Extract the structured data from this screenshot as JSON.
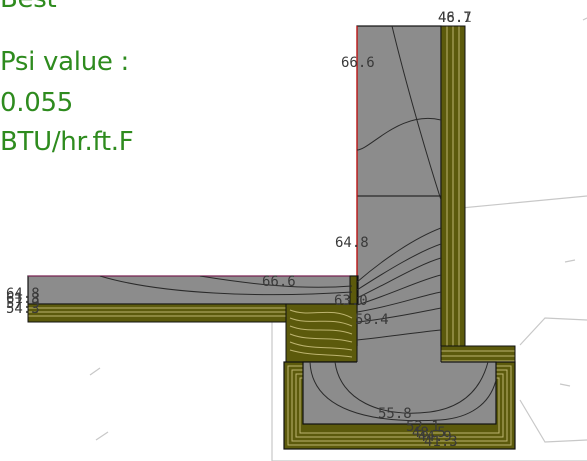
{
  "colors": {
    "text": "#2e8b1e",
    "concrete": "#8c8c8c",
    "insulation": "#5c5a0c",
    "insulation_light": "#bdb470",
    "outline": "#111111",
    "contour": "#2a2a2a",
    "label": "#3a3a3a",
    "soil": "#c8c8c8",
    "boundary_red": "#d01010"
  },
  "info": {
    "heading": "Best",
    "psi_label": "Psi value :",
    "psi_value": "0.055",
    "psi_unit": "BTU/hr.ft.F"
  },
  "contour_labels": {
    "top_left": "66.6",
    "top_right_a": "46.7",
    "top_right_b": "48.1",
    "wall_mid": "64.8",
    "slab": "66.6",
    "junction": "63.0",
    "below_junction": "59.4",
    "footing": "55.8",
    "footing_b": "52.1",
    "footing_c": "48.5",
    "footing_d": "44.9",
    "footing_e": "41.3",
    "slab_edge_a": "64.8",
    "slab_edge_b": "61.3",
    "slab_edge_c": "57.9",
    "slab_edge_d": "54.3"
  }
}
